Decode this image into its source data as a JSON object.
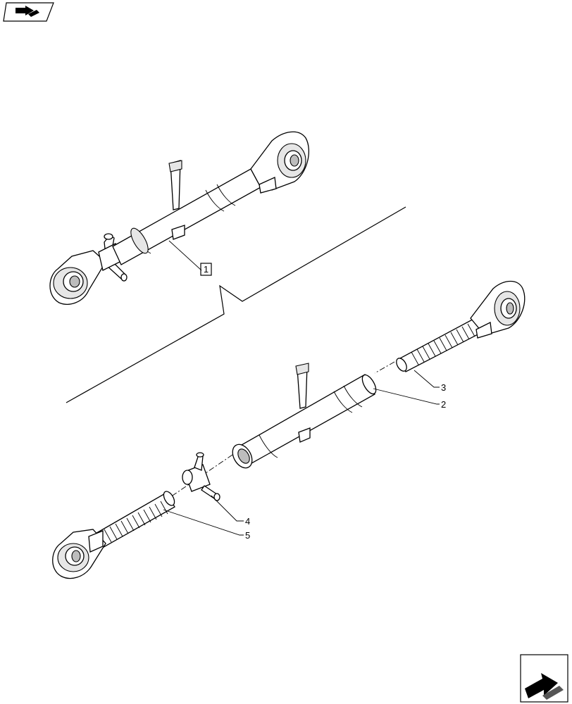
{
  "icons": {
    "top_left": "book-pages-arrow-icon",
    "bottom_right": "next-page-arrow-icon"
  },
  "callouts": {
    "assembly": "1",
    "tube": "2",
    "threaded_end": "3",
    "lock_nut": "4",
    "ball_end": "5"
  }
}
